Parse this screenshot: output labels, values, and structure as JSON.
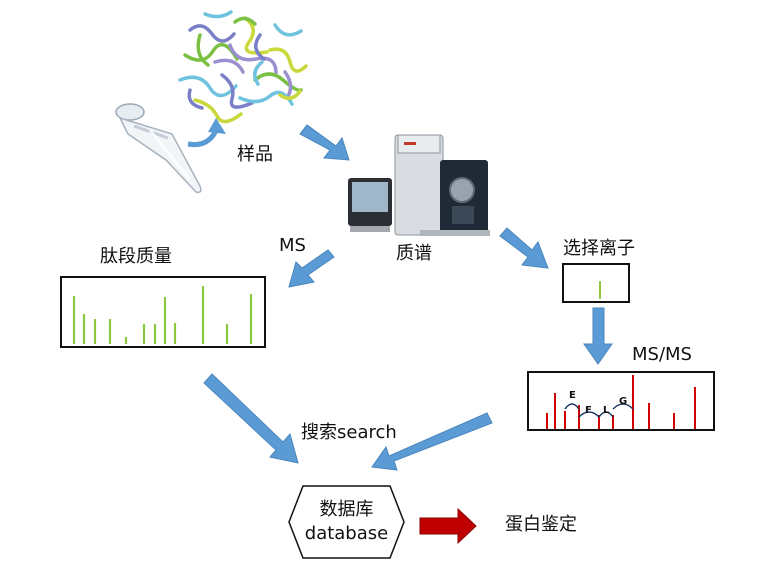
{
  "labels": {
    "sample": "样品",
    "mass_spec": "质谱",
    "ms": "MS",
    "peptide_mass": "肽段质量",
    "select_ion": "选择离子",
    "msms": "MS/MS",
    "search": "搜索search",
    "database_cn": "数据库",
    "database_en": "database",
    "protein_id": "蛋白鉴定"
  },
  "msms_annotations": [
    "E",
    "F",
    "L",
    "G"
  ],
  "colors": {
    "arrow_blue": "#5B9BD5",
    "arrow_red": "#C00000",
    "peak_green": "#8DC63F",
    "peak_red": "#D00000",
    "annotation_dark": "#1f3864"
  }
}
